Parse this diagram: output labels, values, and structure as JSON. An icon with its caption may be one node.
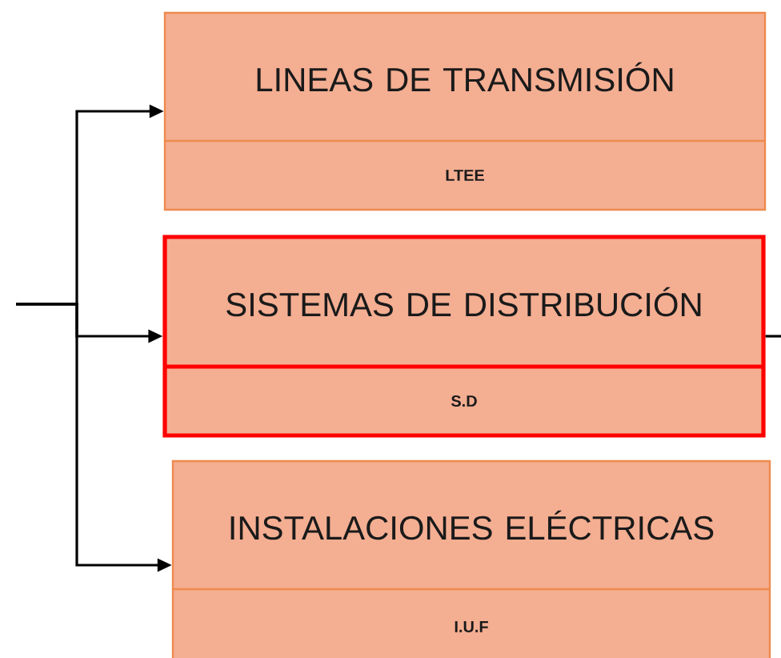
{
  "diagram": {
    "nodes": [
      {
        "text": [
          "LINEAS DE TRANSMISIÓN",
          "LTEE"
        ]
      },
      {
        "text": [
          "SISTEMAS DE DISTRIBUCIÓN",
          "S.D"
        ]
      },
      {
        "text": [
          "INSTALACIONES ELÉCTRICAS",
          "I.U.F"
        ]
      }
    ],
    "edges": [
      {
        "from": null,
        "to": 0,
        "arrow": "to"
      },
      {
        "from": null,
        "to": 1,
        "arrow": "to"
      },
      {
        "from": null,
        "to": 2,
        "arrow": "to"
      },
      {
        "from": 1,
        "to": null,
        "arrow": "none"
      }
    ]
  }
}
